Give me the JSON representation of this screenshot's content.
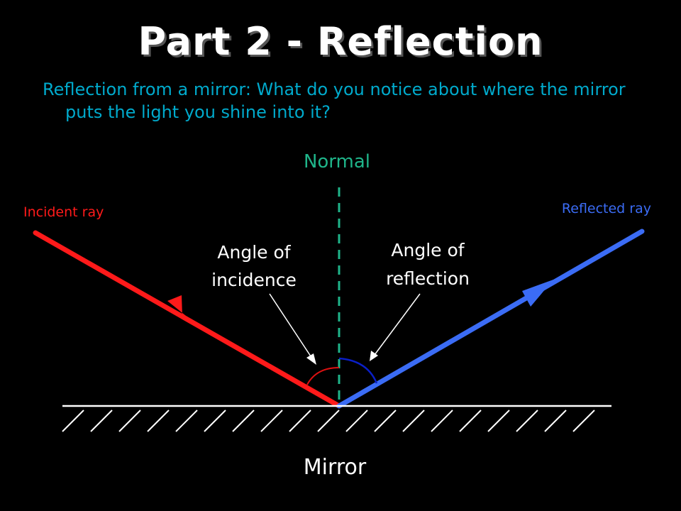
{
  "slide": {
    "title": "Part 2 - Reflection",
    "subtitle": "Reflection from a mirror: What do you notice about where the mirror puts the light you shine into it?"
  },
  "diagram": {
    "normal_label": "Normal",
    "incident_label": "Incident ray",
    "reflected_label": "Reflected ray",
    "angle_incidence_line1": "Angle of",
    "angle_incidence_line2": "incidence",
    "angle_reflection_line1": "Angle of",
    "angle_reflection_line2": "reflection",
    "mirror_label": "Mirror"
  },
  "colors": {
    "background": "#000000",
    "title": "#ffffff",
    "subtitle": "#00aacc",
    "normal": "#1fb58a",
    "incident": "#ff1a1a",
    "reflected": "#3b6cf5",
    "incidence_arc": "#dd1111",
    "reflection_arc": "#0a1fc8",
    "mirror": "#ffffff",
    "pointer": "#ffffff"
  }
}
